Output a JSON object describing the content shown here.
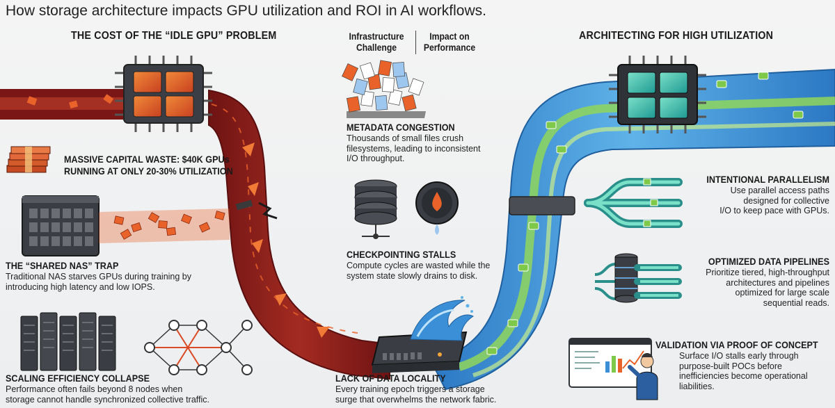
{
  "page_title": "How storage architecture impacts GPU utilization and ROI in AI workflows.",
  "left_section": {
    "title": "THE COST OF THE “IDLE GPU” PROBLEM",
    "capital_waste": {
      "line1": "MASSIVE CAPITAL WASTE: $40K GPUs",
      "line2": "RUNNING AT ONLY 20-30% UTILIZATION"
    },
    "shared_nas": {
      "heading": "THE “SHARED NAS” TRAP",
      "line1": "Traditional NAS starves GPUs during training by",
      "line2": "introducing high latency and low IOPS."
    },
    "scaling": {
      "heading": "SCALING EFFICIENCY COLLAPSE",
      "line1": "Performance often fails beyond 8 nodes when",
      "line2": "storage cannot handle synchronized collective traffic."
    }
  },
  "center_section": {
    "col1_line1": "Infrastructure",
    "col1_line2": "Challenge",
    "col2_line1": "Impact on",
    "col2_line2": "Performance",
    "metadata": {
      "heading": "METADATA CONGESTION",
      "line1": "Thousands of small files crush",
      "line2": "filesystems, leading to inconsistent",
      "line3": "I/O throughput."
    },
    "checkpointing": {
      "heading": "CHECKPOINTING STALLS",
      "line1": "Compute cycles are wasted while the",
      "line2": "system state slowly drains to disk."
    },
    "locality": {
      "heading": "LACK OF DATA LOCALITY",
      "line1": "Every training epoch triggers a storage",
      "line2": "surge that overwhelms the network fabric."
    }
  },
  "right_section": {
    "title": "ARCHITECTING FOR HIGH UTILIZATION",
    "parallelism": {
      "heading": "INTENTIONAL PARALLELISM",
      "line1": "Use parallel access paths",
      "line2": "designed for collective",
      "line3": "I/O to keep pace with GPUs."
    },
    "pipelines": {
      "heading": "OPTIMIZED DATA PIPELINES",
      "line1": "Prioritize tiered, high-throughput",
      "line2": "architectures and pipelines",
      "line3": "optimized for large scale",
      "line4": "sequential reads."
    },
    "validation": {
      "heading": "VALIDATION VIA PROOF OF CONCEPT",
      "line1": "Surface I/O stalls early through",
      "line2": "purpose-built POCs before",
      "line3": "inefficiencies become operational",
      "line4": "liabilities."
    }
  },
  "colors": {
    "red_pipe": "#8a1c1c",
    "red_pipe_light": "#b5362a",
    "orange": "#e8622a",
    "blue_pipe": "#3a8fd6",
    "green_pipe": "#7ec84a",
    "teal_chip": "#3fc0b5",
    "dark": "#2f3338"
  },
  "icons": [
    "gpu-chip-icon",
    "money-stack-icon",
    "nas-server-icon",
    "server-rack-icon",
    "network-nodes-icon",
    "small-files-icon",
    "database-icon",
    "disk-drain-icon",
    "storage-box-icon",
    "wave-icon",
    "branching-paths-icon",
    "tiered-storage-icon",
    "dashboard-presenter-icon",
    "clamp-icon"
  ]
}
